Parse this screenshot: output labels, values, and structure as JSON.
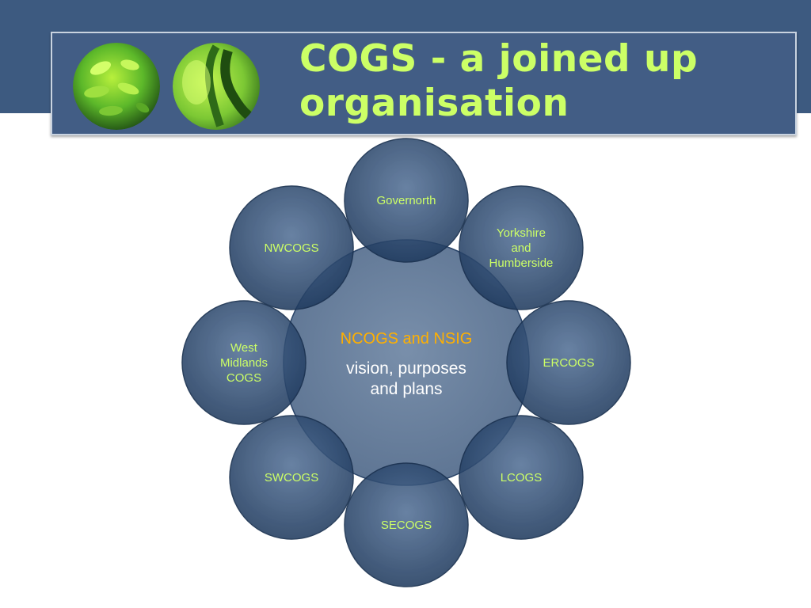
{
  "title": {
    "line1": "COGS - a joined up",
    "line2": "organisation"
  },
  "header_icons": [
    "green-leaf-circle-icon",
    "green-leaf-circle-icon"
  ],
  "colors": {
    "header_band": "#3d5a80",
    "title_text": "#ccff66",
    "node_text": "#ccff66",
    "center_title": "#ffb000",
    "center_sub": "#ffffff"
  },
  "center": {
    "title": "NCOGS and NSIG",
    "subtitle": [
      "vision, purposes",
      "and plans"
    ]
  },
  "nodes": [
    {
      "id": "governorth",
      "lines": [
        "Governorth"
      ]
    },
    {
      "id": "yorkshire",
      "lines": [
        "Yorkshire",
        "and",
        "Humberside"
      ]
    },
    {
      "id": "ercogs",
      "lines": [
        "ERCOGS"
      ]
    },
    {
      "id": "lcogs",
      "lines": [
        "LCOGS"
      ]
    },
    {
      "id": "secogs",
      "lines": [
        "SECOGS"
      ]
    },
    {
      "id": "swcogs",
      "lines": [
        "SWCOGS"
      ]
    },
    {
      "id": "west-midlands",
      "lines": [
        "West",
        "Midlands",
        "COGS"
      ]
    },
    {
      "id": "nwcogs",
      "lines": [
        "NWCOGS"
      ]
    }
  ]
}
